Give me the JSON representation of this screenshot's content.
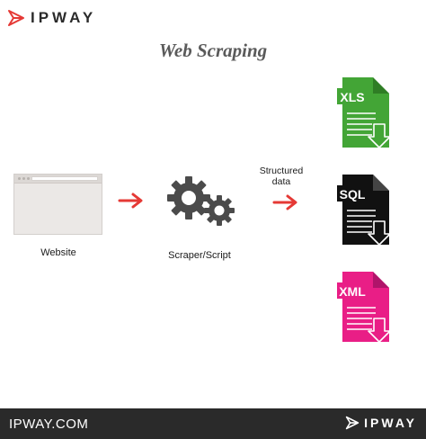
{
  "brand": {
    "name": "IPWAY",
    "url": "IPWAY.COM",
    "accent": "#e53935"
  },
  "title": "Web Scraping",
  "diagram": {
    "source_label": "Website",
    "processor_label": "Scraper/Script",
    "output_label_line1": "Structured",
    "output_label_line2": "data",
    "outputs": [
      {
        "label": "XLS",
        "color": "#43a536"
      },
      {
        "label": "SQL",
        "color": "#111111"
      },
      {
        "label": "XML",
        "color": "#e91e86"
      }
    ]
  }
}
